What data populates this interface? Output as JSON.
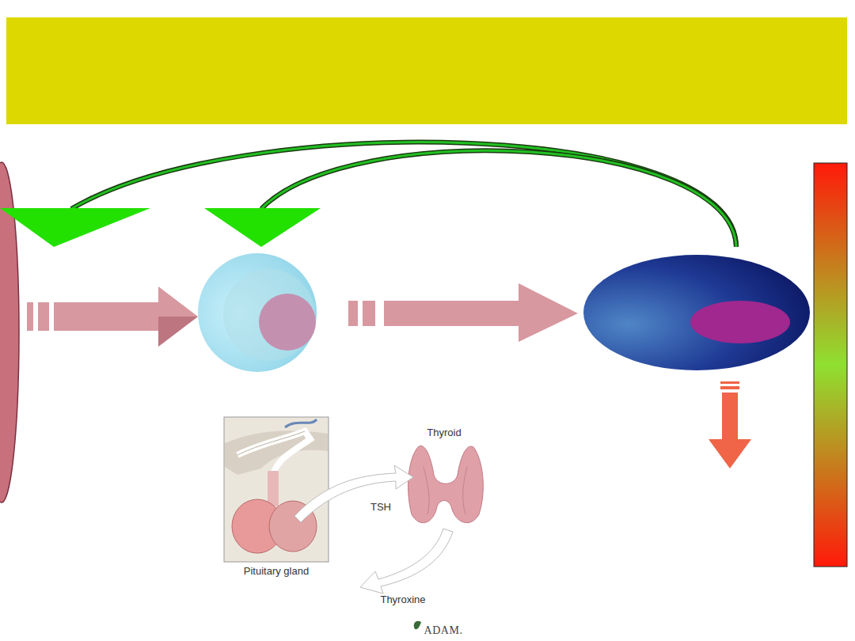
{
  "diagram": {
    "labels": [
      "Thyroid",
      "TSH",
      "Pituitary gland",
      "Thyroxine",
      "ADAM."
    ]
  }
}
